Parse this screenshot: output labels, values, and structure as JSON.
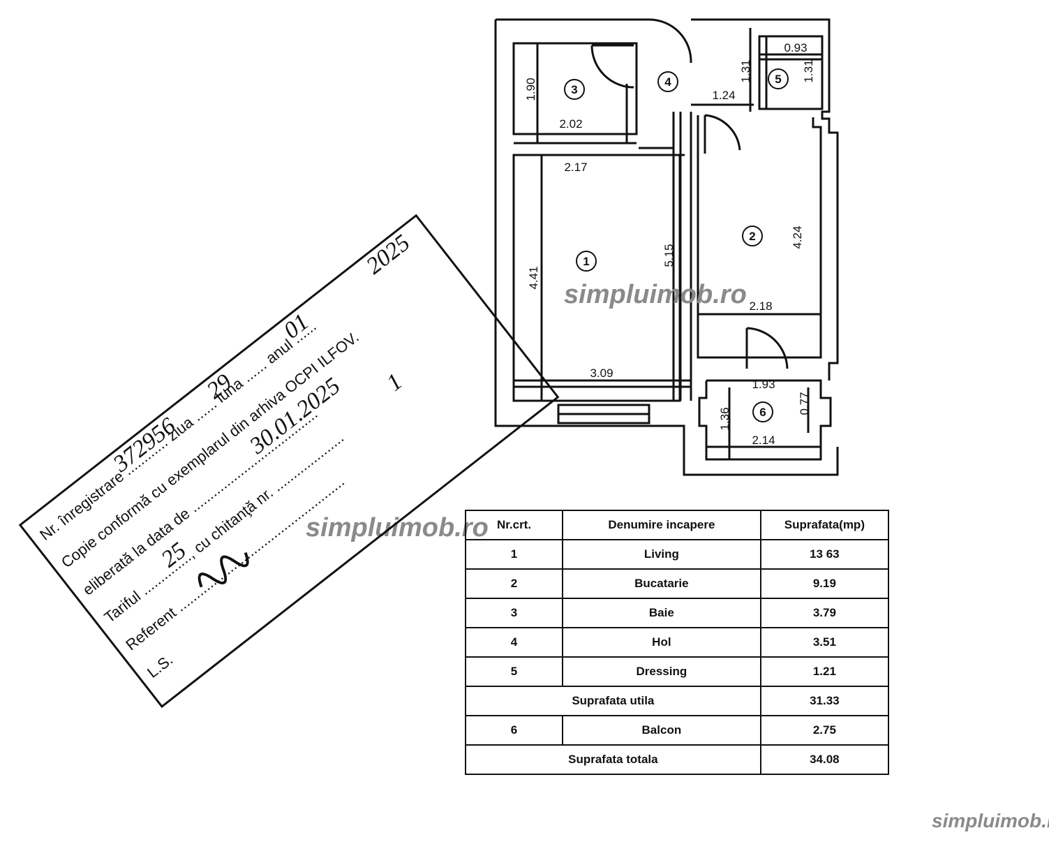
{
  "watermark": {
    "text": "simpluimob.ro"
  },
  "plan": {
    "rooms": [
      {
        "number": "1"
      },
      {
        "number": "2"
      },
      {
        "number": "3"
      },
      {
        "number": "4"
      },
      {
        "number": "5"
      },
      {
        "number": "6"
      }
    ],
    "dimensions": [
      "1.90",
      "2.02",
      "2.17",
      "4.41",
      "5.15",
      "3.09",
      "1.24",
      "0.93",
      "1.31",
      "1.31",
      "4.24",
      "2.18",
      "1.93",
      "0.77",
      "1.36",
      "2.14"
    ]
  },
  "stamp": {
    "lines": [
      "Nr. înregistrare ............ ziua ...... luna ...... anul ......",
      "Copie conformă cu exemplarul din arhiva OCPI ILFOV.",
      "eliberată la data de .....................................",
      "Tariful .............., cu chitanţă nr. ....................",
      "Referent .................................................",
      "L.S."
    ],
    "handwritten": {
      "reg_number": "372956",
      "day": "29",
      "month": "01",
      "year": "2025",
      "issue_date": "30.01.2025",
      "tariff": "25",
      "receipt": "1",
      "signature": "illegible"
    }
  },
  "table": {
    "headers": [
      "Nr.crt.",
      "Denumire incapere",
      "Suprafata(mp)"
    ],
    "rows": [
      {
        "nr": "1",
        "name": "Living",
        "area": "13 63"
      },
      {
        "nr": "2",
        "name": "Bucatarie",
        "area": "9.19"
      },
      {
        "nr": "3",
        "name": "Baie",
        "area": "3.79"
      },
      {
        "nr": "4",
        "name": "Hol",
        "area": "3.51"
      },
      {
        "nr": "5",
        "name": "Dressing",
        "area": "1.21"
      }
    ],
    "subtotal": {
      "label": "Suprafata utila",
      "area": "31.33"
    },
    "balcony": {
      "nr": "6",
      "name": "Balcon",
      "area": "2.75"
    },
    "total": {
      "label": "Suprafata totala",
      "area": "34.08"
    }
  }
}
